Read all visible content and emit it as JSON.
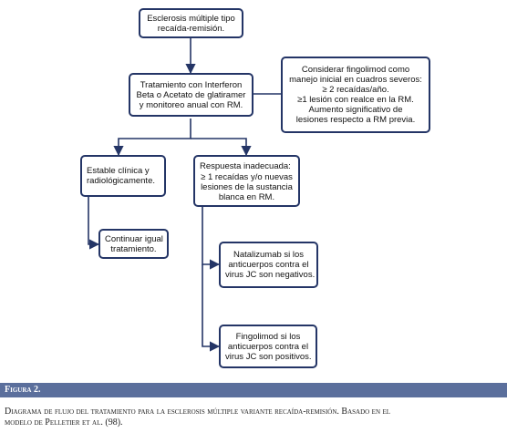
{
  "nodes": {
    "start": {
      "lines": [
        "Esclerosis múltiple tipo",
        "recaída-remisión."
      ]
    },
    "treatment": {
      "lines": [
        "Tratamiento con Interferon",
        "Beta o Acetato de glatiramer",
        "y monitoreo anual con RM."
      ]
    },
    "fingolimod_initial": {
      "heading": [
        "Considerar fingolimod como",
        "manejo inicial en cuadros severos:"
      ],
      "items": [
        "≥ 2 recaídas/año.",
        "≥1 lesión con realce en la RM.",
        "Aumento significativo de",
        "lesiones respecto a RM previa."
      ]
    },
    "stable": {
      "lines": [
        "Estable clínica y",
        "radiológicamente."
      ]
    },
    "continue": {
      "lines": [
        "Continuar igual",
        "tratamiento."
      ]
    },
    "inadequate": {
      "heading": "Respuesta inadecuada:",
      "items": [
        "≥ 1 recaídas y/o nuevas",
        "lesiones de la sustancia",
        "blanca en RM."
      ]
    },
    "natalizumab": {
      "lines": [
        "Natalizumab si los",
        "anticuerpos contra el",
        "virus JC son negativos."
      ]
    },
    "fingolimod_jc": {
      "lines": [
        "Fingolimod si los",
        "anticuerpos contra el",
        "virus JC son positivos."
      ]
    }
  },
  "caption": {
    "label": "Figura 2.",
    "text_lines": [
      "Diagrama de flujo del tratamiento para la esclerosis múltiple variante recaída-remisión. Basado en el",
      "modelo de Pelletier et al. (98)."
    ]
  },
  "colors": {
    "border": "#243566",
    "arrow": "#243566",
    "caption_band": "#5b6f9c",
    "caption_label_text": "#ffffff"
  }
}
